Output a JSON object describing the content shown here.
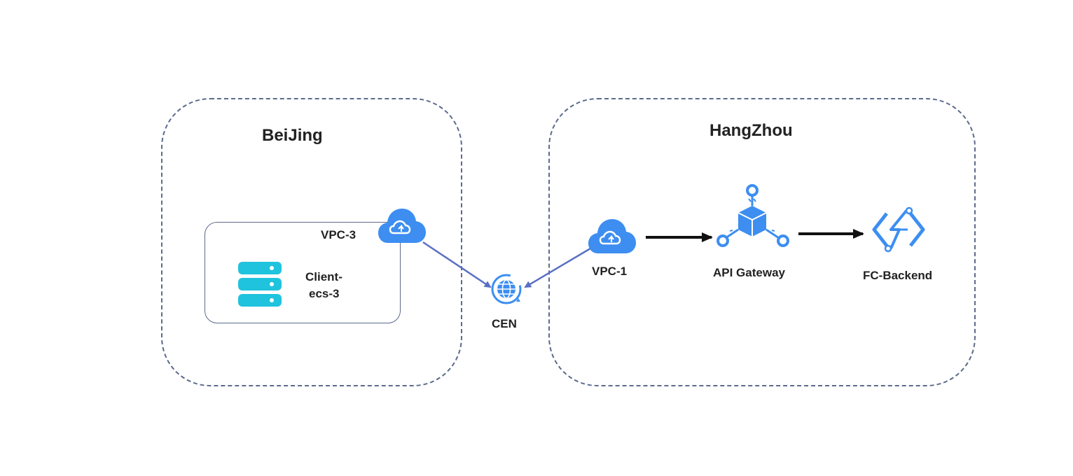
{
  "regions": {
    "beijing": {
      "title": "BeiJing"
    },
    "hangzhou": {
      "title": "HangZhou"
    }
  },
  "nodes": {
    "vpc3": {
      "label": "VPC-3",
      "icon": "cloud-icon"
    },
    "client": {
      "label_line1": "Client-",
      "label_line2": "ecs-3",
      "icon": "server-icon"
    },
    "cen": {
      "label": "CEN",
      "icon": "globe-icon"
    },
    "vpc1": {
      "label": "VPC-1",
      "icon": "cloud-icon"
    },
    "api_gateway": {
      "label": "API Gateway",
      "icon": "api-gateway-icon"
    },
    "fc_backend": {
      "label": "FC-Backend",
      "icon": "function-compute-icon"
    }
  },
  "colors": {
    "accent_blue": "#3d8ef0",
    "cyan": "#1fc3dd",
    "connector": "#5a6fc4",
    "arrow": "#111111",
    "border": "#5b6a8c"
  }
}
